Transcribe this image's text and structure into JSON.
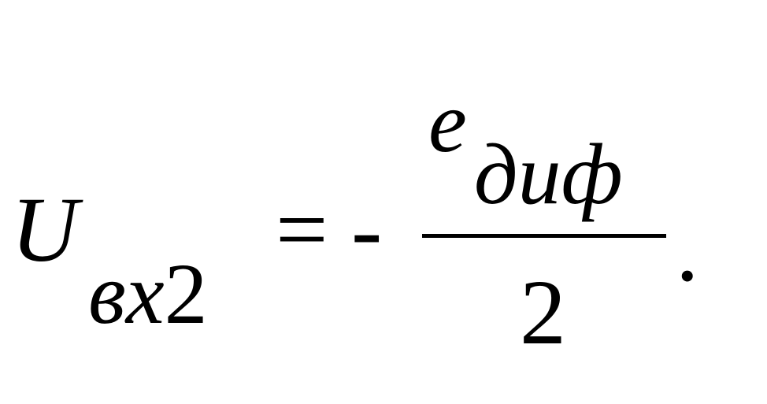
{
  "formula": {
    "lhs": {
      "variable": "U",
      "subscript_letters": "вх",
      "subscript_digit": "2"
    },
    "operator": {
      "equals": "=",
      "minus": "-"
    },
    "fraction": {
      "numerator_variable": "e",
      "numerator_subscript": "диф",
      "denominator": "2"
    },
    "terminator": "."
  }
}
